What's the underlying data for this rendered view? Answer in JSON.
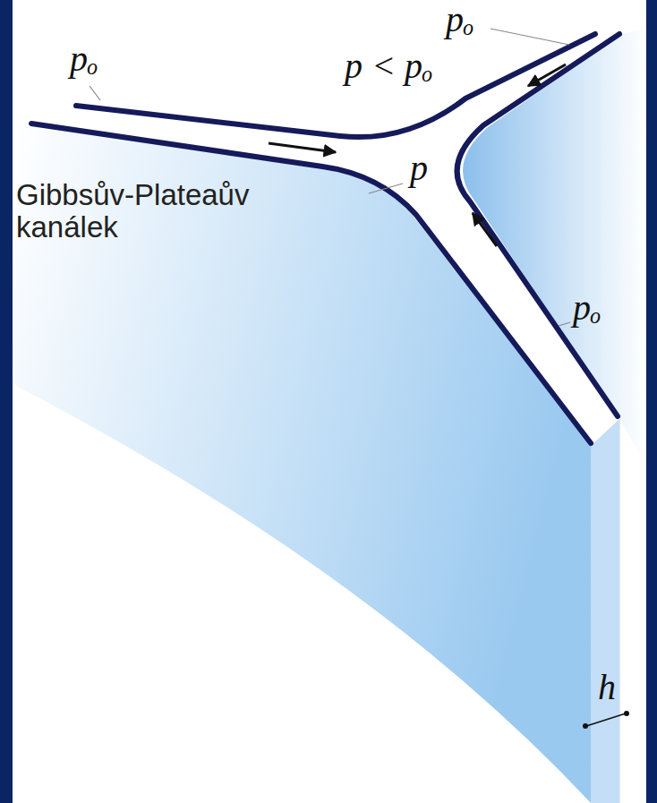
{
  "diagram": {
    "labels": [
      "pₒ",
      "p < pₒ",
      "pₒ",
      "p",
      "Gibbsův-Plateaův kanálek",
      "pₒ",
      "h"
    ]
  }
}
